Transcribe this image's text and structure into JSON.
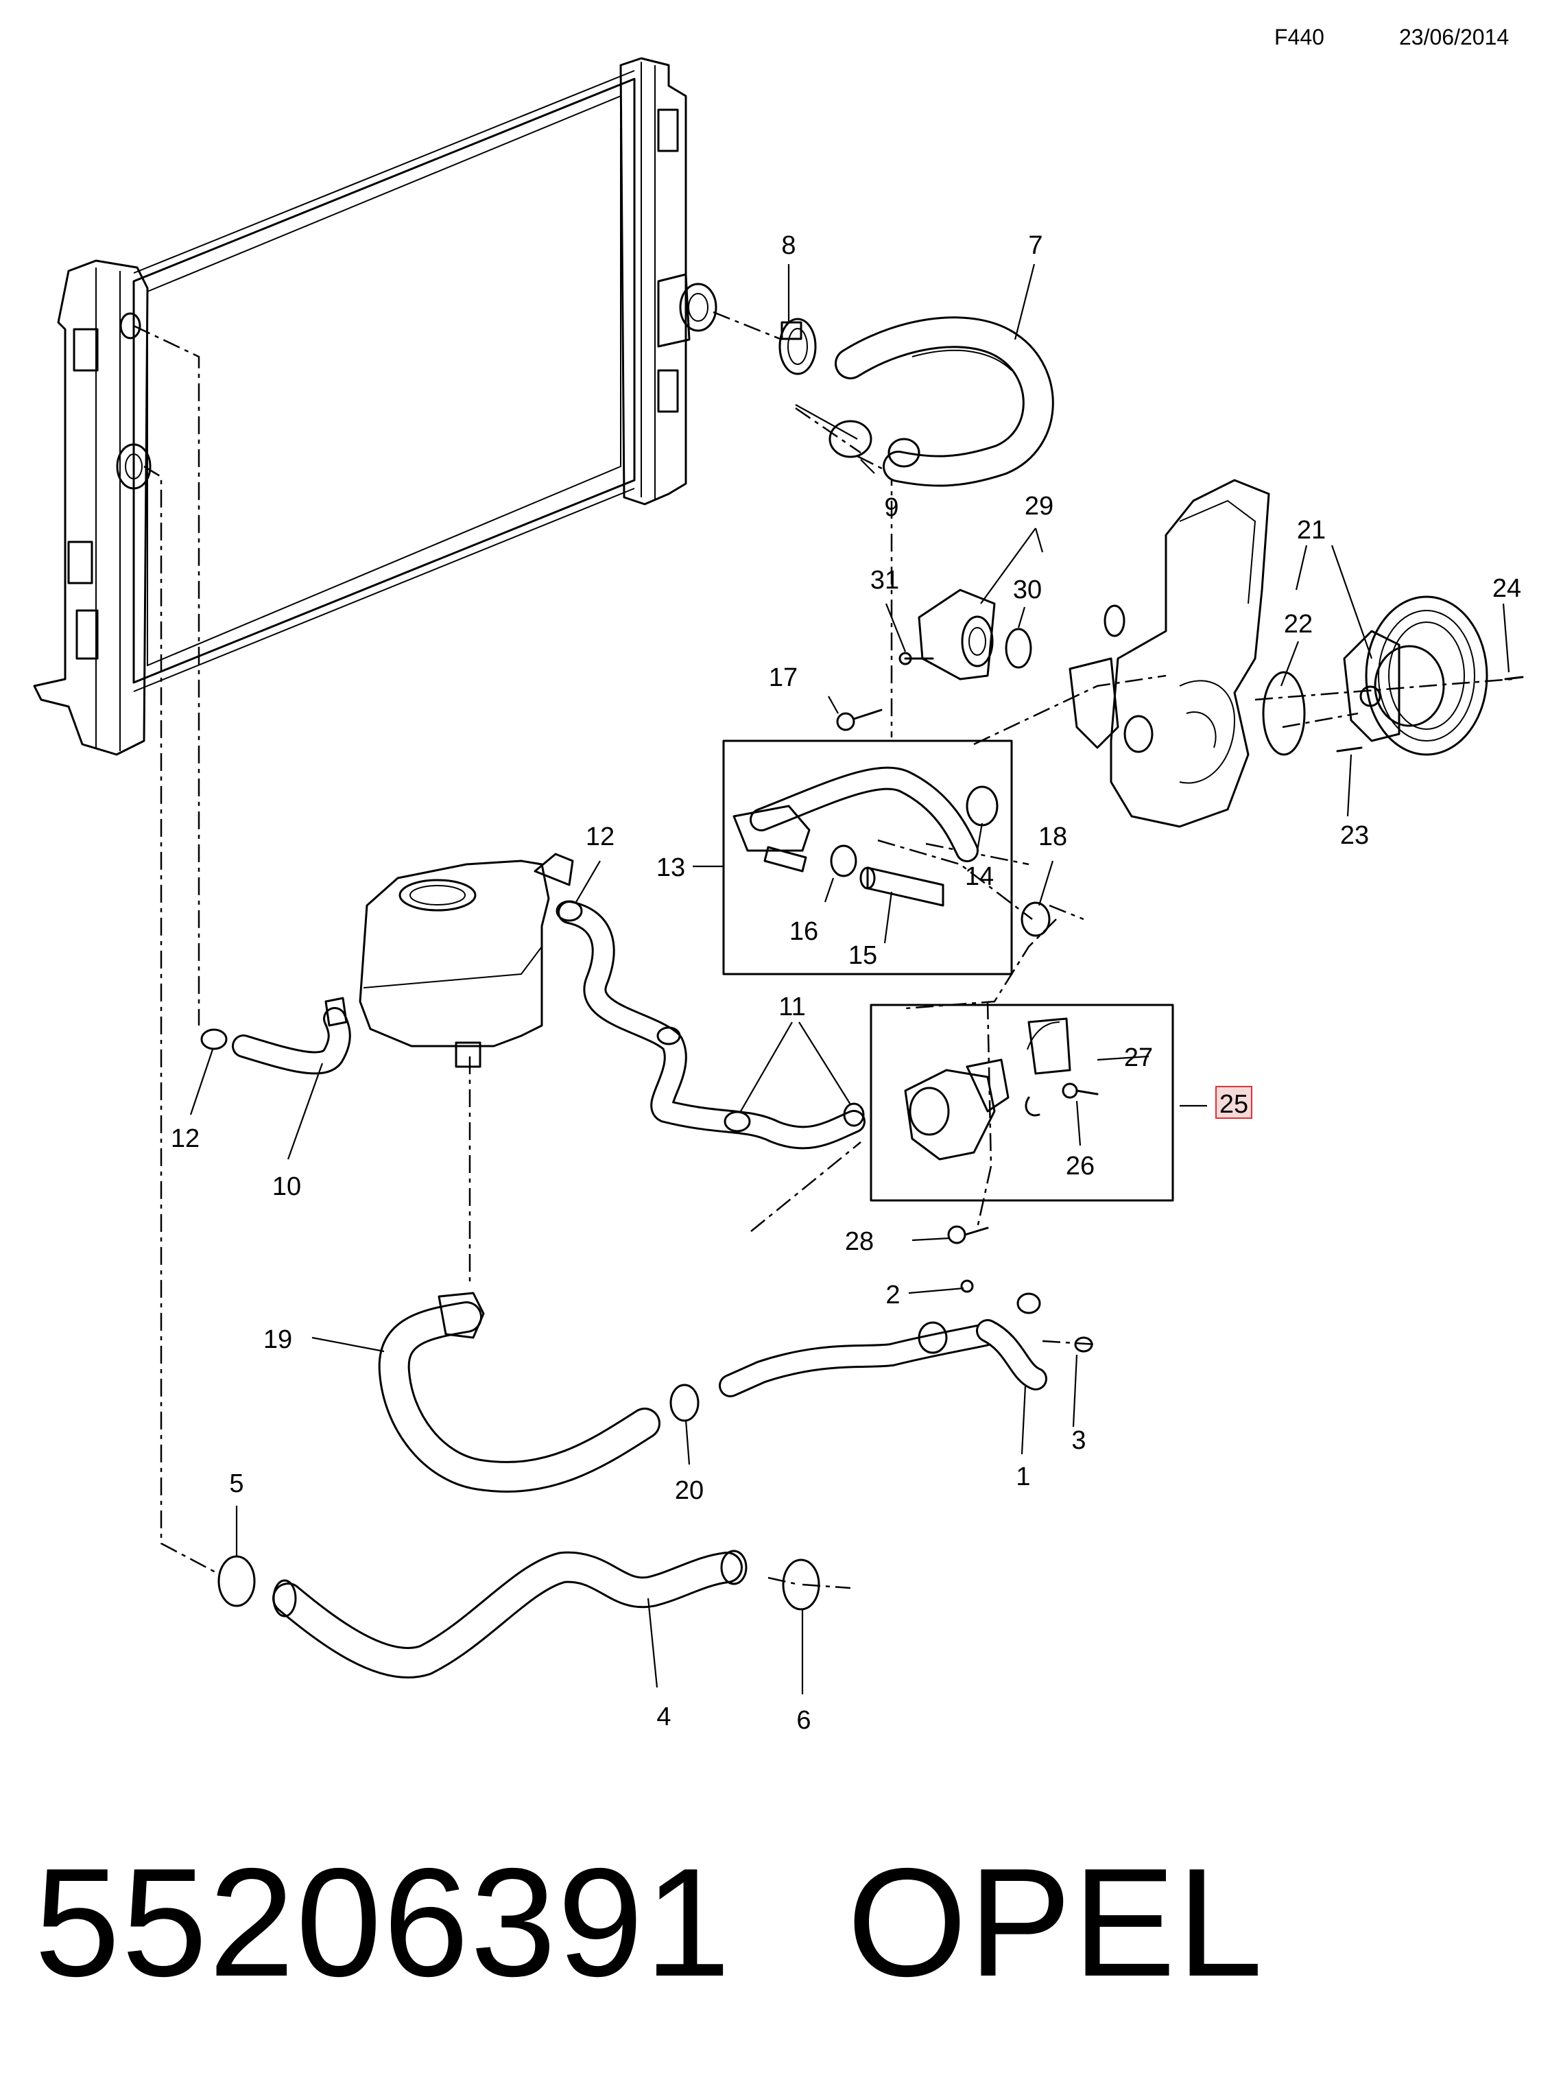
{
  "header": {
    "code": "F440",
    "date": "23/06/2014"
  },
  "callouts": {
    "c1": "1",
    "c2": "2",
    "c3": "3",
    "c4": "4",
    "c5": "5",
    "c6": "6",
    "c7": "7",
    "c8": "8",
    "c9": "9",
    "c10": "10",
    "c11": "11",
    "c12a": "12",
    "c12b": "12",
    "c13": "13",
    "c14": "14",
    "c15": "15",
    "c16": "16",
    "c17": "17",
    "c18": "18",
    "c19": "19",
    "c20": "20",
    "c21": "21",
    "c22": "22",
    "c23": "23",
    "c24": "24",
    "c25": "25",
    "c26": "26",
    "c27": "27",
    "c28": "28",
    "c29": "29",
    "c30": "30",
    "c31": "31"
  },
  "highlight": {
    "callout": "25",
    "fill": "#f6dada",
    "border": "#dd3333"
  },
  "footer": {
    "part_number": "55206391",
    "brand": "OPEL"
  }
}
